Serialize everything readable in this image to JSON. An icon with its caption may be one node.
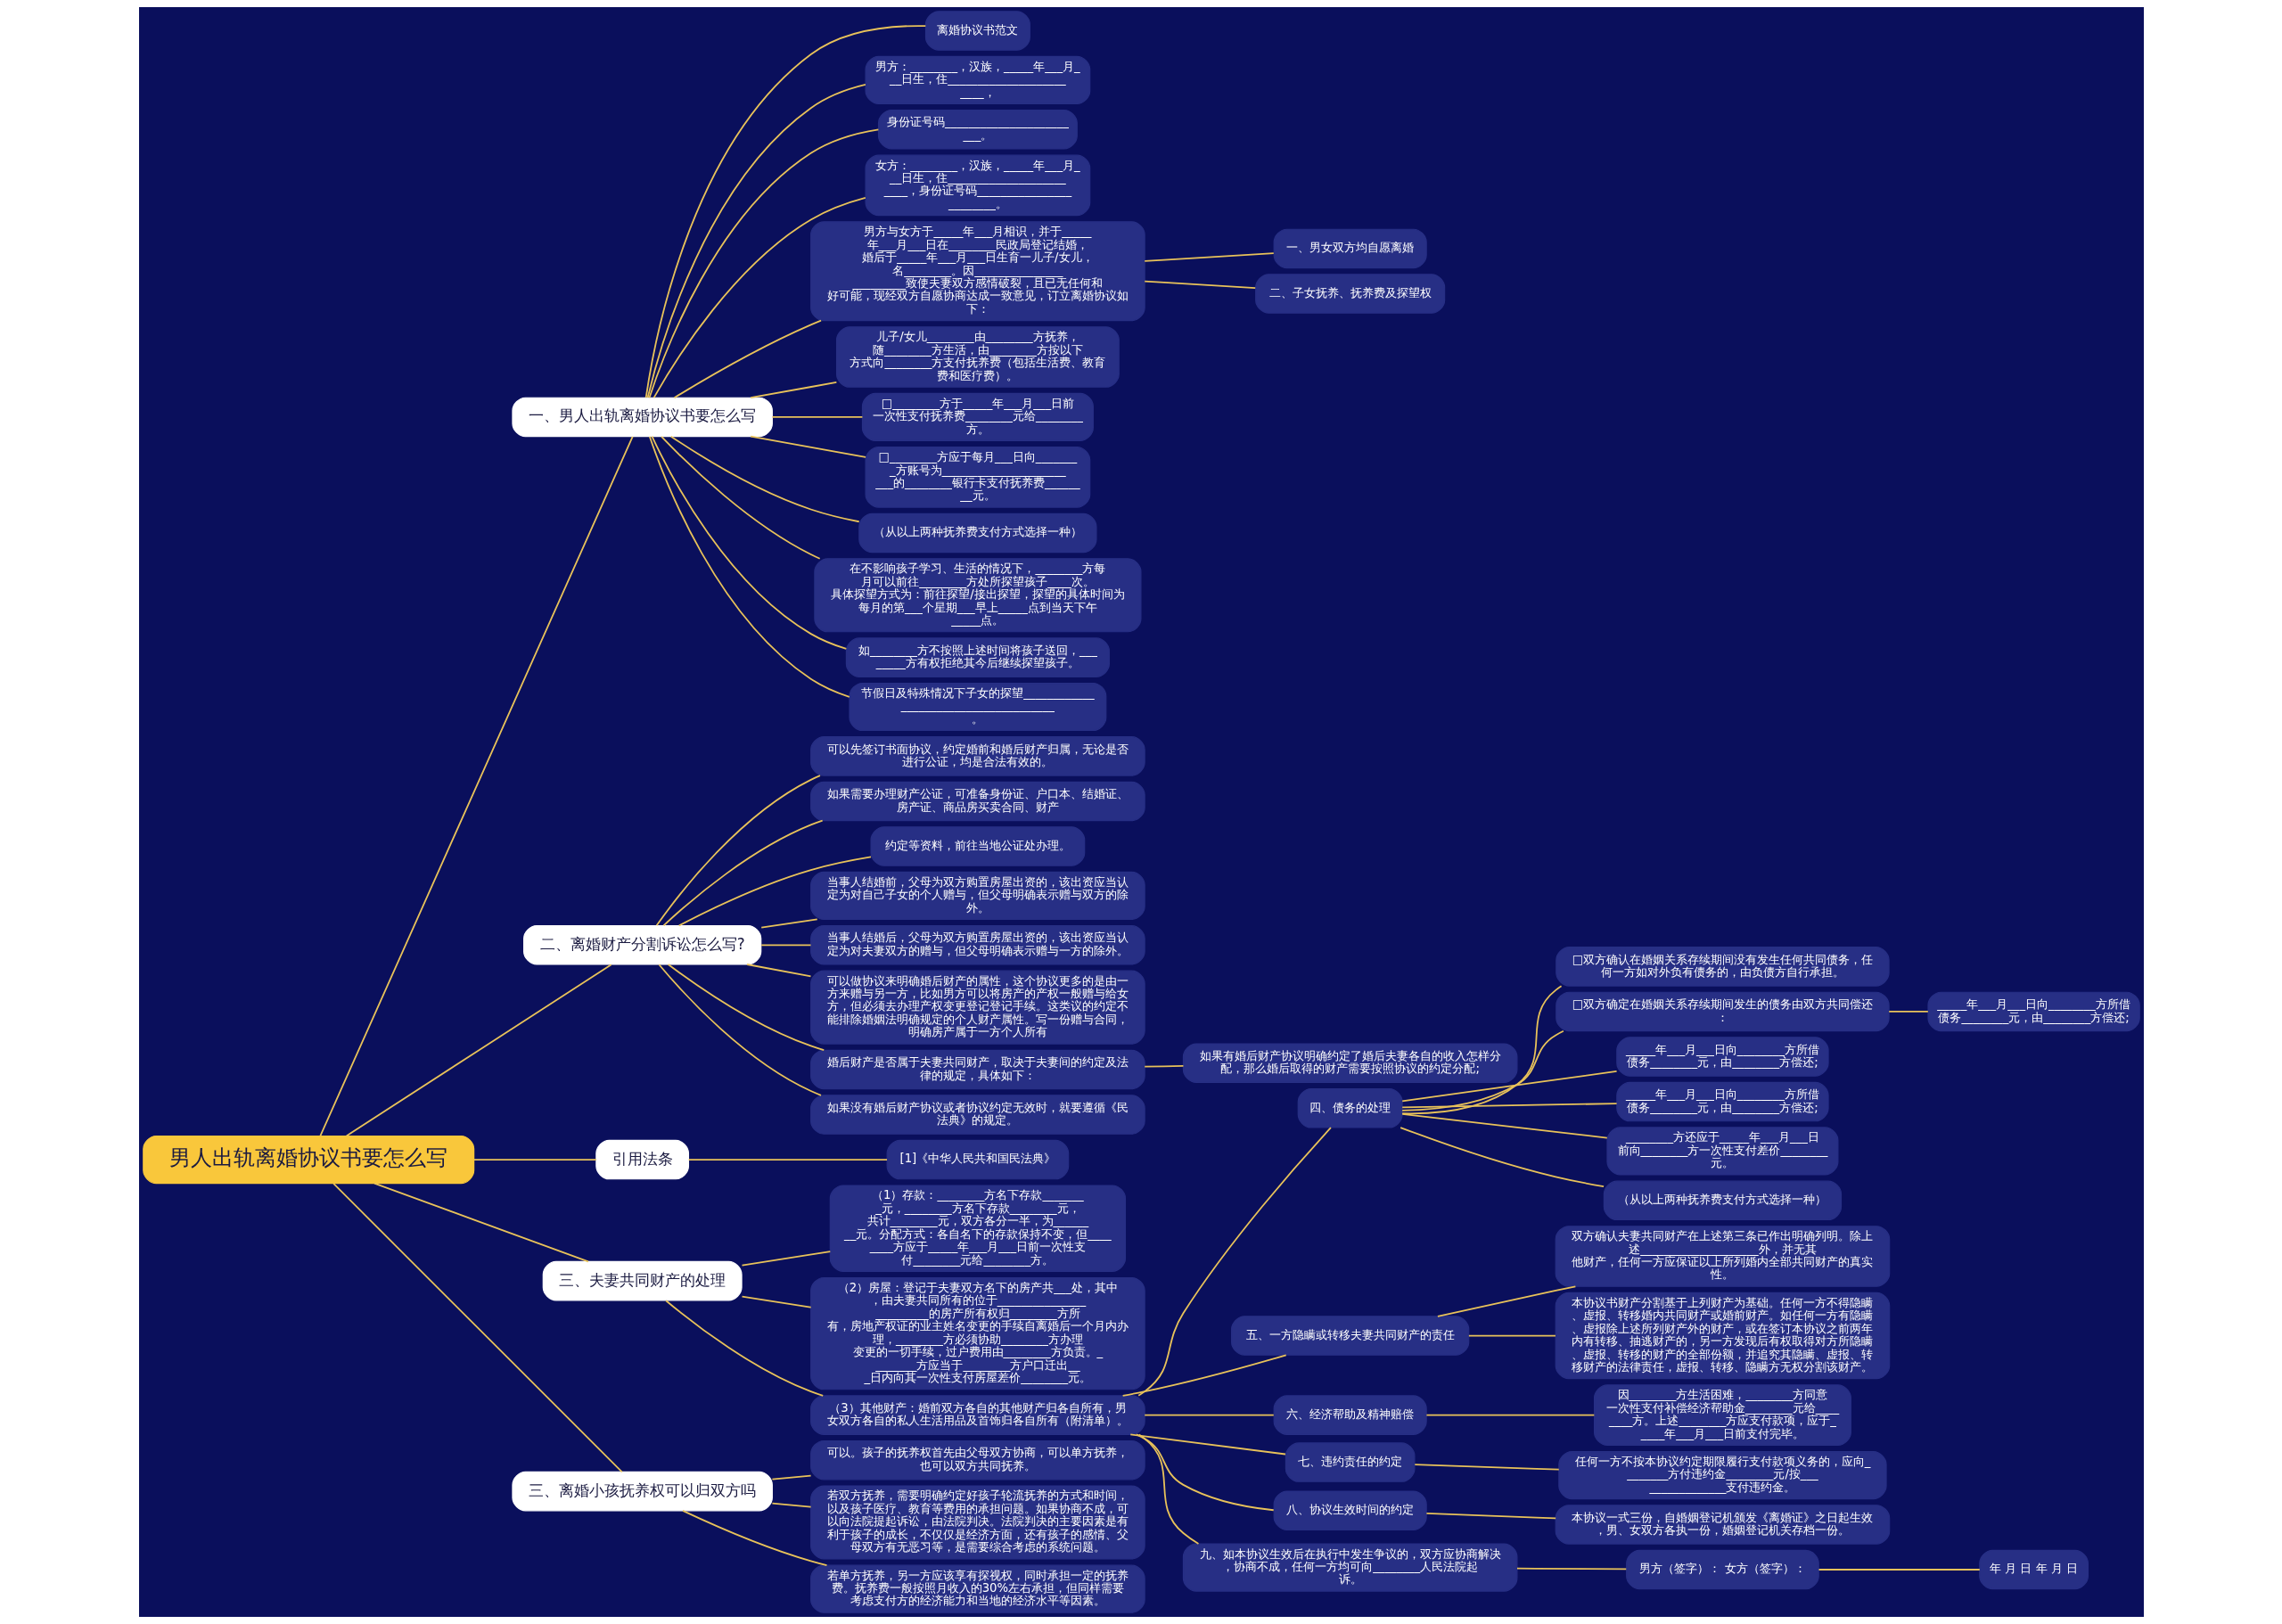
{
  "diagram": {
    "nodes": [
      {
        "text": [
          "男人出轨离婚协议书要怎么写"
        ]
      },
      {
        "text": [
          "一、男人出轨离婚协议书要怎么写"
        ]
      },
      {
        "text": [
          "离婚协议书范文"
        ]
      },
      {
        "text": [
          "男方：________，汉族，_____年___月___日生，住________________________，"
        ]
      },
      {
        "text": [
          "身份证号码________________________。"
        ]
      },
      {
        "text": [
          "女方：________，汉族，_____年___月___日生，住________________________，身份证号码________________________。"
        ]
      },
      {
        "text": [
          "男方与女方于_____年___月相识，并于_____年___月___日在________民政局登记结婚，婚后于_____年___月___日生育一儿子/女儿，名________。因________________________致使夫妻双方感情破裂，且已无任何和好可能，现经双方自愿协商达成一致意见，订立离婚协议如下："
        ]
      },
      {
        "text": [
          "一、男女双方均自愿离婚"
        ]
      },
      {
        "text": [
          "二、子女抚养、抚养费及探望权"
        ]
      },
      {
        "text": [
          "儿子/女儿________由________方抚养，随________方生活，由________方按以下方式向________方支付抚养费（包括生活费、教育费和医疗费）。"
        ]
      },
      {
        "text": [
          "□________方于_____年___月___日前一次性支付抚养费________元给________方。"
        ]
      },
      {
        "text": [
          "□________方应于每月___日向________方账号为________________________的________银行卡支付抚养费________元。"
        ]
      },
      {
        "text": [
          "（从以上两种抚养费支付方式选择一种）"
        ]
      },
      {
        "text": [
          "在不影响孩子学习、生活的情况下，________方每月可以前往________方处所探望孩子____次。具体探望方式为：前往探望/接出探望，探望的具体时间为每月的第___个星期___早上_____点到当天下午_____点。"
        ]
      },
      {
        "text": [
          "如________方不按照上述时间将孩子送回，________方有权拒绝其今后继续探望孩子。"
        ]
      },
      {
        "text": [
          "节假日及特殊情况下子女的探望______________________________________。"
        ]
      },
      {
        "text": [
          "二、离婚财产分割诉讼怎么写?"
        ]
      },
      {
        "text": [
          "可以先签订书面协议，约定婚前和婚后财产归属，无论是否进行公证，均是合法有效的。"
        ]
      },
      {
        "text": [
          "如果需要办理财产公证，可准备身份证、户口本、结婚证、房产证、商品房买卖合同、财产"
        ]
      },
      {
        "text": [
          "约定等资料，前往当地公证处办理。"
        ]
      },
      {
        "text": [
          "当事人结婚前，父母为双方购置房屋出资的，该出资应当认定为对自己子女的个人赠与，但父母明确表示赠与双方的除外。"
        ]
      },
      {
        "text": [
          "当事人结婚后，父母为双方购置房屋出资的，该出资应当认定为对夫妻双方的赠与，但父母明确表示赠与一方的除外。"
        ]
      },
      {
        "text": [
          "可以做协议来明确婚后财产的属性，这个协议更多的是由一方来赠与另一方，比如男方可以将房产的产权一般赠与给女方，但必须去办理产权变更登记登记手续。这类议的约定不能排除婚姻法明确规定的个人财产属性。写一份赠与合同，明确房产属于一方个人所有"
        ]
      },
      {
        "text": [
          "婚后财产是否属于夫妻共同财产，取决于夫妻间的约定及法律的规定，具体如下："
        ]
      },
      {
        "text": [
          "如果有婚后财产协议明确约定了婚后夫妻各自的收入怎样分配，那么婚后取得的财产需要按照协议的约定分配;"
        ]
      },
      {
        "text": [
          "如果没有婚后财产协议或者协议约定无效时，就要遵循《民法典》的规定。"
        ]
      },
      {
        "text": [
          "引用法条"
        ]
      },
      {
        "text": [
          "[1]《中华人民共和国民法典》"
        ]
      },
      {
        "text": [
          "三、夫妻共同财产的处理"
        ]
      },
      {
        "text": [
          "（1）存款：________方名下存款________元，________方名下存款________元，共计________元，双方各分一半，为________元。分配方式：各自名下的存款保持不变，但________方应于_____年___月___日前一次性支付________元给________方。"
        ]
      },
      {
        "text": [
          "（2）房屋：登记于夫妻双方名下的房产共___处，其中，由夫妻共同所有的位于________________________的房产所有权归________方所有，房地产权证的业主姓名变更的手续自离婚后一个月内办理，________方必须协助________方办理变更的一切手续，过户费用由________方负责。________方应当于________方户口迁出___日内向其一次性支付房屋差价________元。"
        ]
      },
      {
        "text": [
          "（3）其他财产：婚前双方各自的其他财产归各自所有，男女双方各自的私人生活用品及首饰归各自所有（附清单）。"
        ]
      },
      {
        "text": [
          "四、债务的处理"
        ]
      },
      {
        "text": [
          "□双方确认在婚姻关系存续期间没有发生任何共同债务，任何一方如对外负有债务的，由负债方自行承担。"
        ]
      },
      {
        "text": [
          "□双方确定在婚姻关系存续期间发生的债务由双方共同偿还："
        ]
      },
      {
        "text": [
          "_____年___月___日向________方所借债务________元，由________方偿还;"
        ]
      },
      {
        "text": [
          "_____年___月___日向________方所借债务________元，由________方偿还;"
        ]
      },
      {
        "text": [
          "_____年___月___日向________方所借债务________元，由________方偿还;"
        ]
      },
      {
        "text": [
          "________方还应于_____年___月___日前向________方一次性支付差价________元。"
        ]
      },
      {
        "text": [
          "（从以上两种抚养费支付方式选择一种）"
        ]
      },
      {
        "text": [
          "五、一方隐瞒或转移夫妻共同财产的责任"
        ]
      },
      {
        "text": [
          "双方确认夫妻共同财产在上述第三条已作出明确列明。除上述____________________外，并无其他财产，任何一方应保证以上所列婚内全部共同财产的真实性。"
        ]
      },
      {
        "text": [
          "本协议书财产分割基于上列财产为基础。任何一方不得隐瞒、虚报、转移婚内共同财产或婚前财产。如任何一方有隐瞒、虚报除上述所列财产外的财产，或在签订本协议之前两年内有转移、抽逃财产的，另一方发现后有权取得对方所隐瞒、虚报、转移的财产的全部份额，并追究其隐瞒、虚报、转移财产的法律责任，虚报、转移、隐瞒方无权分割该财产。"
        ]
      },
      {
        "text": [
          "六、经济帮助及精神赔偿"
        ]
      },
      {
        "text": [
          "因________方生活困难，________方同意一次性支付补偿经济帮助金________元给________方。上述________方应支付款项，应于_____年___月___日前支付完毕。"
        ]
      },
      {
        "text": [
          "七、违约责任的约定"
        ]
      },
      {
        "text": [
          "任何一方不按本协议约定期限履行支付款项义务的，应向________方付违约金________元/按________________支付违约金。"
        ]
      },
      {
        "text": [
          "八、协议生效时间的约定"
        ]
      },
      {
        "text": [
          "本协议一式三份，自婚姻登记机颁发《离婚证》之日起生效，男、女双方各执一份，婚姻登记机关存档一份。"
        ]
      },
      {
        "text": [
          "九、如本协议生效后在执行中发生争议的，双方应协商解决，协商不成，任何一方均可向________人民法院起诉。"
        ]
      },
      {
        "text": [
          "男方（签字）： 女方（签字）："
        ]
      },
      {
        "text": [
          "年 月 日 年 月 日"
        ]
      },
      {
        "text": [
          "三、离婚小孩抚养权可以归双方吗"
        ]
      },
      {
        "text": [
          "可以。孩子的抚养权首先由父母双方协商，可以单方抚养，也可以双方共同抚养。"
        ]
      },
      {
        "text": [
          "若双方抚养，需要明确约定好孩子轮流抚养的方式和时间，以及孩子医疗、教育等费用的承担问题。如果协商不成，可以向法院提起诉讼，由法院判决。法院判决的主要因素是有利于孩子的成长，不仅仅是经济方面，还有孩子的感情、父母双方有无恶习等，是需要综合考虑的系统问题。"
        ]
      },
      {
        "text": [
          "若单方抚养，另一方应该享有探视权，同时承担一定的抚养费。抚养费一般按照月收入的30%左右承担，但同样需要考虑支付方的经济能力和当地的经济水平等因素。"
        ]
      }
    ],
    "edges": [
      {
        "from": 0,
        "to": 1,
        "arrow": "none"
      },
      {
        "from": 1,
        "to": 2,
        "arrow": "none"
      },
      {
        "from": 1,
        "to": 3,
        "arrow": "none"
      },
      {
        "from": 1,
        "to": 4,
        "arrow": "none"
      },
      {
        "from": 1,
        "to": 5,
        "arrow": "none"
      },
      {
        "from": 1,
        "to": 6,
        "arrow": "none"
      },
      {
        "from": 6,
        "to": 7,
        "arrow": "none"
      },
      {
        "from": 6,
        "to": 8,
        "arrow": "none"
      },
      {
        "from": 1,
        "to": 9,
        "arrow": "none"
      },
      {
        "from": 1,
        "to": 10,
        "arrow": "none"
      },
      {
        "from": 1,
        "to": 11,
        "arrow": "none"
      },
      {
        "from": 1,
        "to": 12,
        "arrow": "none"
      },
      {
        "from": 1,
        "to": 13,
        "arrow": "none"
      },
      {
        "from": 1,
        "to": 14,
        "arrow": "none"
      },
      {
        "from": 1,
        "to": 15,
        "arrow": "none"
      },
      {
        "from": 0,
        "to": 16,
        "arrow": "none"
      },
      {
        "from": 16,
        "to": 17,
        "arrow": "none"
      },
      {
        "from": 16,
        "to": 18,
        "arrow": "none"
      },
      {
        "from": 16,
        "to": 19,
        "arrow": "none"
      },
      {
        "from": 16,
        "to": 20,
        "arrow": "none"
      },
      {
        "from": 16,
        "to": 21,
        "arrow": "none"
      },
      {
        "from": 16,
        "to": 22,
        "arrow": "none"
      },
      {
        "from": 16,
        "to": 23,
        "arrow": "none"
      },
      {
        "from": 23,
        "to": 24,
        "arrow": "none"
      },
      {
        "from": 16,
        "to": 25,
        "arrow": "none"
      },
      {
        "from": 0,
        "to": 26,
        "arrow": "none"
      },
      {
        "from": 26,
        "to": 27,
        "arrow": "none"
      },
      {
        "from": 0,
        "to": 28,
        "arrow": "none"
      },
      {
        "from": 28,
        "to": 29,
        "arrow": "none"
      },
      {
        "from": 28,
        "to": 30,
        "arrow": "none"
      },
      {
        "from": 28,
        "to": 31,
        "arrow": "none"
      },
      {
        "from": 31,
        "to": 32,
        "arrow": "none"
      },
      {
        "from": 32,
        "to": 33,
        "arrow": "none"
      },
      {
        "from": 32,
        "to": 34,
        "arrow": "none"
      },
      {
        "from": 34,
        "to": 37,
        "arrow": "none"
      },
      {
        "from": 32,
        "to": 35,
        "arrow": "none"
      },
      {
        "from": 32,
        "to": 36,
        "arrow": "none"
      },
      {
        "from": 32,
        "to": 38,
        "arrow": "none"
      },
      {
        "from": 32,
        "to": 39,
        "arrow": "none"
      },
      {
        "from": 31,
        "to": 40,
        "arrow": "none"
      },
      {
        "from": 40,
        "to": 41,
        "arrow": "none"
      },
      {
        "from": 40,
        "to": 42,
        "arrow": "none"
      },
      {
        "from": 31,
        "to": 43,
        "arrow": "none"
      },
      {
        "from": 43,
        "to": 44,
        "arrow": "none"
      },
      {
        "from": 31,
        "to": 45,
        "arrow": "none"
      },
      {
        "from": 45,
        "to": 46,
        "arrow": "none"
      },
      {
        "from": 31,
        "to": 47,
        "arrow": "none"
      },
      {
        "from": 47,
        "to": 48,
        "arrow": "none"
      },
      {
        "from": 31,
        "to": 49,
        "arrow": "none"
      },
      {
        "from": 49,
        "to": 50,
        "arrow": "none"
      },
      {
        "from": 50,
        "to": 51,
        "arrow": "none"
      },
      {
        "from": 0,
        "to": 52,
        "arrow": "none"
      },
      {
        "from": 52,
        "to": 53,
        "arrow": "none"
      },
      {
        "from": 52,
        "to": 54,
        "arrow": "none"
      },
      {
        "from": 52,
        "to": 55,
        "arrow": "none"
      }
    ]
  }
}
